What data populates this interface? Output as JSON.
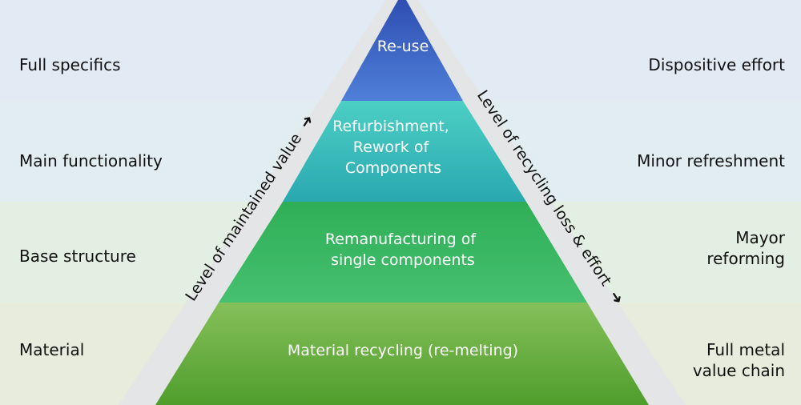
{
  "left_labels": [
    "Full specifics",
    "Main functionality",
    "Base structure",
    "Material"
  ],
  "right_labels": [
    [
      "Dispositive effort"
    ],
    [
      "Minor refreshment"
    ],
    [
      "Mayor",
      "reforming"
    ],
    [
      "Full metal",
      "value chain"
    ]
  ],
  "pyramid_tiers": [
    [
      "Re-use"
    ],
    [
      "Refurbishment,",
      "Rework of",
      "Components"
    ],
    [
      "Remanufacturing of",
      "single components"
    ],
    [
      "Material recycling (re-melting)"
    ]
  ],
  "axis_labels": {
    "left": "Level of maintained value",
    "right": "Level of recycling loss & effort"
  },
  "arrow_glyph": "➜",
  "colors": {
    "tier_1": "#3a62c6",
    "tier_2": "#3bbdb8",
    "tier_3": "#34b45c",
    "tier_4": "#6aae3e",
    "frame": "#e3e5e6"
  }
}
